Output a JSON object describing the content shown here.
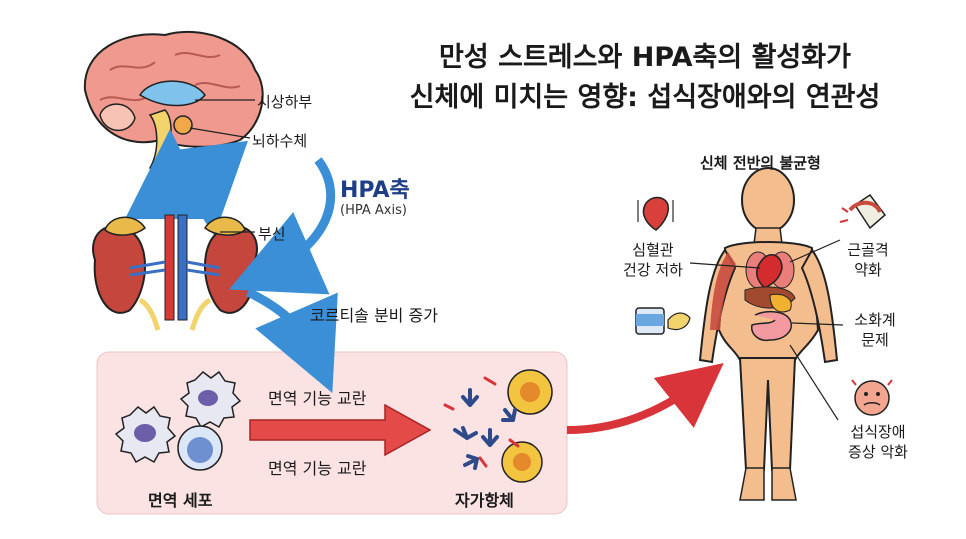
{
  "title": {
    "line1": "만성 스트레스와 HPA축의 활성화가",
    "line2": "신체에 미치는 영향: 섭식장애와의 연관성"
  },
  "brain": {
    "hypothalamus": "시상하부",
    "pituitary": "뇌하수체"
  },
  "adrenal": {
    "label": "부신"
  },
  "axis": {
    "name": "HPA축",
    "sub": "(HPA Axis)"
  },
  "cortisol": {
    "label": "코르티솔 분비 증가"
  },
  "immune": {
    "disruption_top": "면역 기능 교란",
    "disruption_bottom": "면역 기능 교란",
    "cells_label": "면역 세포",
    "autoantibody_label": "자가항체"
  },
  "body": {
    "title": "신체 전반의 불균형",
    "cardio_line1": "심혈관",
    "cardio_line2": "건강 저하",
    "musculo_line1": "근골격",
    "musculo_line2": "약화",
    "digestive_line1": "소화계",
    "digestive_line2": "문제",
    "eating_line1": "섭식장애",
    "eating_line2": "증상 악화"
  },
  "colors": {
    "blue_arrow": "#3b8fd6",
    "red_arrow": "#d9343a",
    "immune_panel": "#fbe3e3",
    "skin": "#f4bd8e",
    "brain": "#f09a8f",
    "kidney": "#c4463d",
    "adrenal": "#e9b94a"
  }
}
